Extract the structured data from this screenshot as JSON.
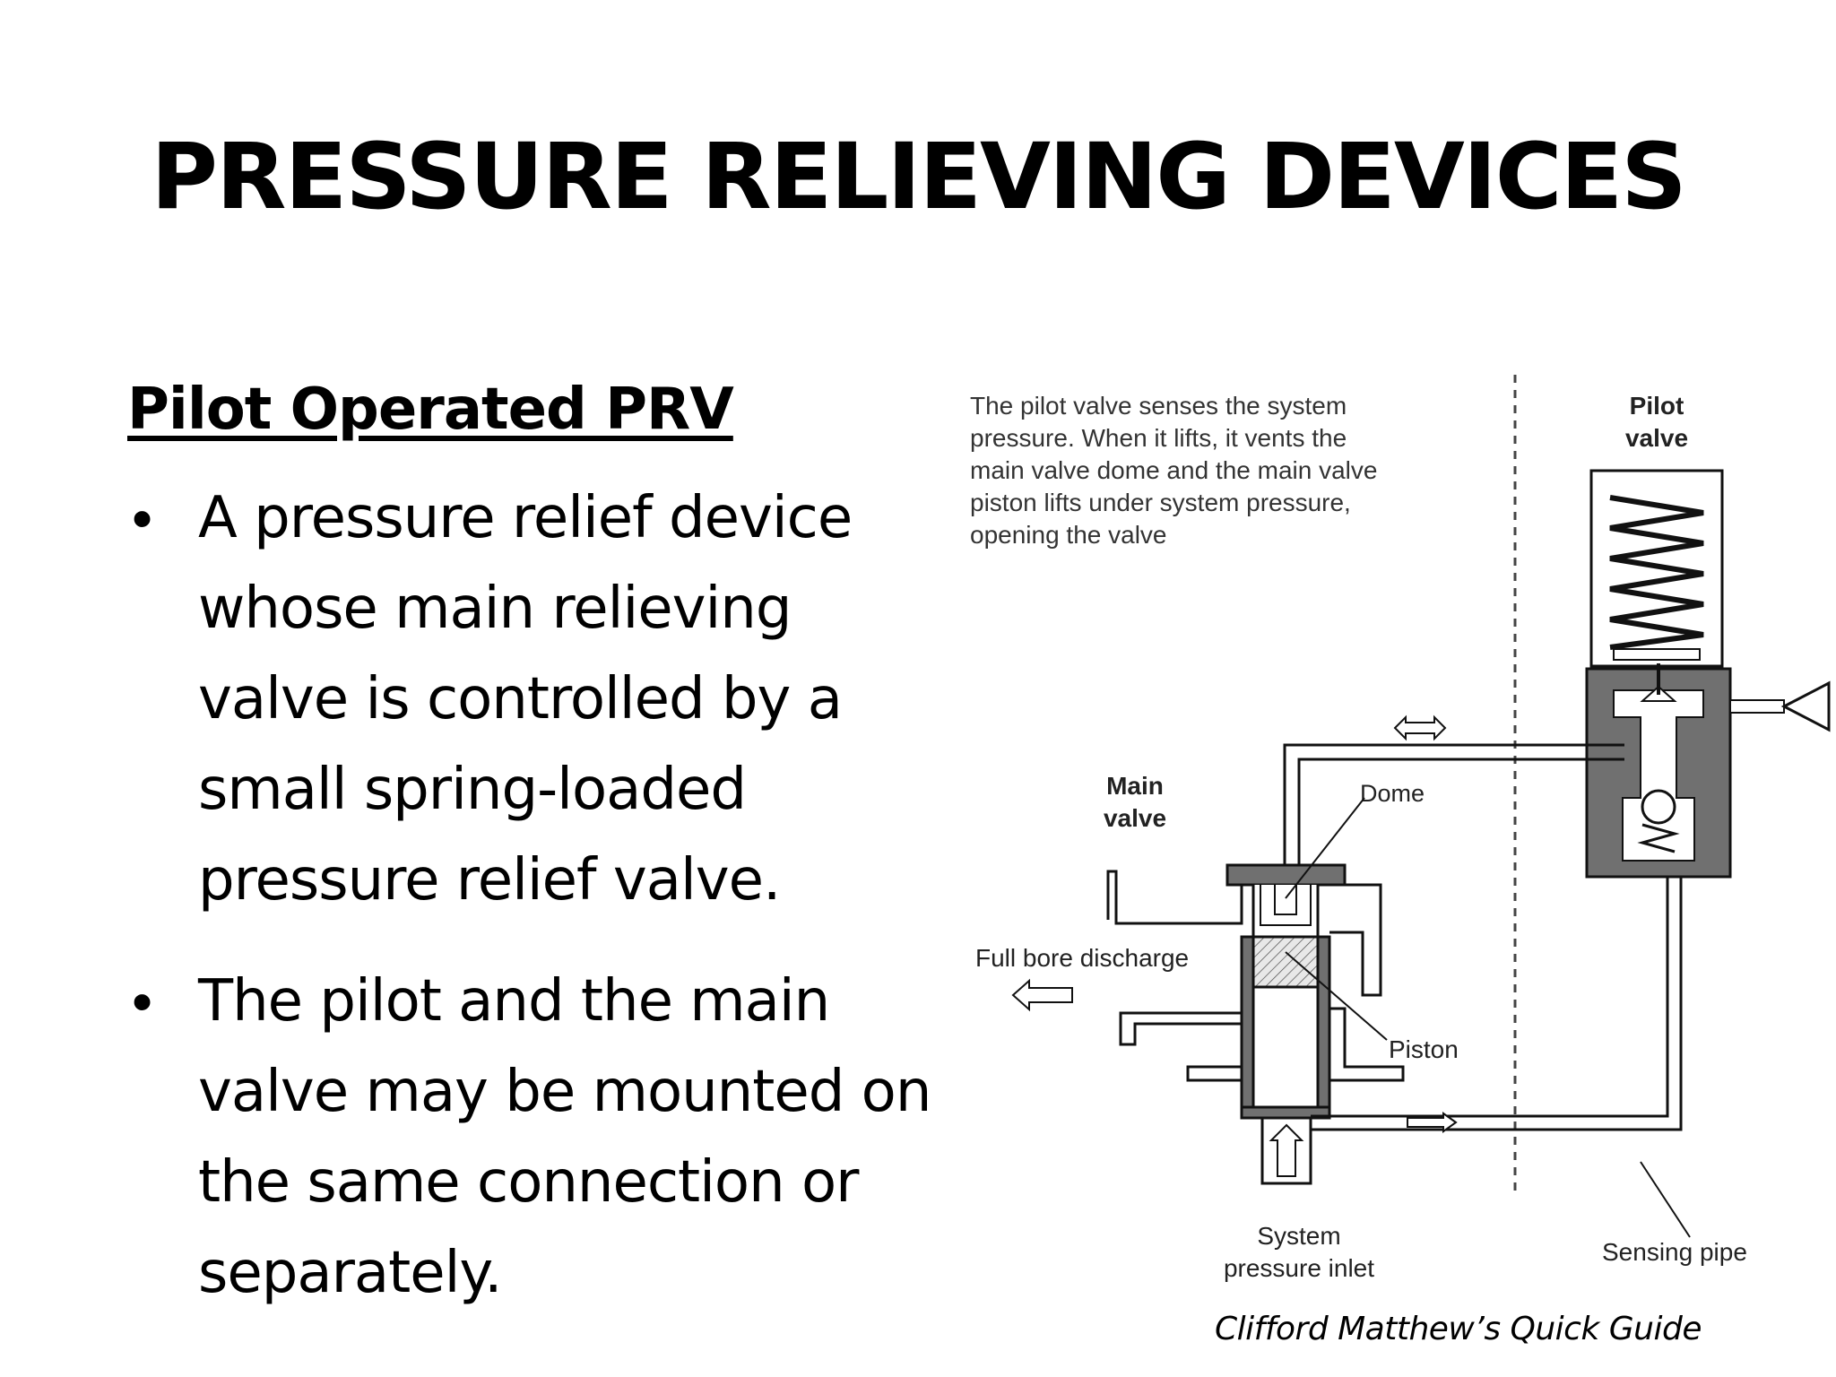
{
  "slide": {
    "title": "PRESSURE RELIEVING DEVICES",
    "subheading": "Pilot Operated PRV",
    "bullets": [
      "A pressure relief device whose main relieving valve is controlled by a small spring-loaded pressure relief valve.",
      "The pilot and the main valve may be mounted on the same connection or separately."
    ],
    "credit": "Clifford Matthew’s Quick Guide"
  },
  "diagram": {
    "caption_lines": [
      "The pilot valve senses the system",
      "pressure. When it lifts, it vents the",
      "main valve dome and the main valve",
      "piston lifts under system pressure,",
      "opening the valve"
    ],
    "pilot_label": [
      "Pilot",
      "valve"
    ],
    "main_label": [
      "Main",
      "valve"
    ],
    "dome_label": "Dome",
    "discharge_label": "Full bore discharge",
    "piston_label": "Piston",
    "inlet_label": [
      "System",
      "pressure inlet"
    ],
    "sensing_label": "Sensing pipe"
  }
}
